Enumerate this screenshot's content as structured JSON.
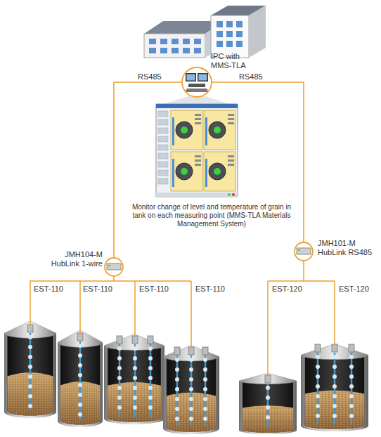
{
  "diagram": {
    "nodes": [
      {
        "text": [
          "IPC with MMS-TLA"
        ]
      },
      {
        "text": [
          "JMH104-M HubLink 1-wire"
        ]
      },
      {
        "text": [
          "JMH101-M HubLink RS485"
        ]
      }
    ],
    "edges": [
      {
        "from": 0,
        "to": 1,
        "label": "RS485",
        "arrow": "none"
      },
      {
        "from": 0,
        "to": 2,
        "label": "RS485",
        "arrow": "none"
      }
    ],
    "labels": [
      "Monitor change of level and temperature of grain in tank on each measuring point (MMS-TLA Materials Management System)",
      "EST-110",
      "EST-110",
      "EST-110",
      "EST-110",
      "EST-120",
      "EST-120"
    ]
  }
}
